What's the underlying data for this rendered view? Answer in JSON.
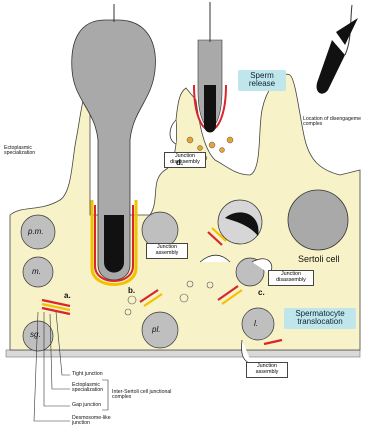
{
  "labels": {
    "sperm_release": "Sperm release",
    "loc_disengagement": "Location of disengageme complex",
    "ectoplasmic_spec_top": "Ectoplasmic specialization",
    "junction_disassembly_top": "Junction disassembly",
    "d": "d.",
    "junction_assembly_mid": "Junction assembly",
    "sertoli_cell": "Sertoli cell",
    "pm": "p.m.",
    "m": "m.",
    "junction_disassembly_right": "Junction disassembly",
    "b": "b.",
    "c": "c.",
    "a": "a.",
    "spermatocyte_translocation": "Spermatocyte translocation",
    "sg": "sg.",
    "pl": "pl.",
    "l": "l.",
    "junction_assembly_bottom": "Junction assembly",
    "tight_junction": "Tight junction",
    "ectoplasmic_spec_bottom": "Ectoplasmic specialization",
    "inter_sertoli": "Inter-Sertoli cell junctional complex",
    "gap_junction": "Gap junction",
    "desmosome": "Desmosome-like junction"
  },
  "colors": {
    "sertoli": "#f7f2c8",
    "nucleus_gray": "#a9a9a9",
    "junction_red": "#d8262b",
    "junction_yellow": "#f2c200",
    "callout": "#bfe6ea"
  }
}
